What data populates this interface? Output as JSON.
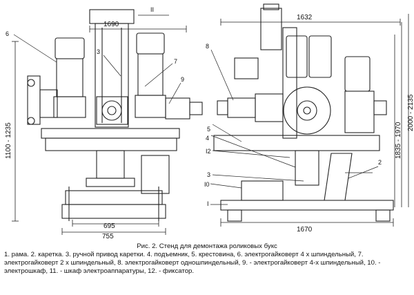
{
  "figure": {
    "dimensions": {
      "left_top_width": "1690",
      "right_top_width": "1632",
      "left_height_range": "1100 - 1235",
      "right_height_mid": "1835 - 1970",
      "right_height_total": "2000 - 2135",
      "left_base_inner": "695",
      "left_base_outer": "755",
      "right_base_width": "1670"
    },
    "callouts_left": [
      "6",
      "3",
      "7",
      "9",
      "II"
    ],
    "callouts_right": [
      "8",
      "4",
      "5",
      "I2",
      "3",
      "I0",
      "I",
      "2"
    ],
    "caption_title": "Рис. 2.  Стенд для демонтажа роликовых букс",
    "caption_body": "1.  рама. 2.  каретка. 3.  ручной привод каретки. 4.  подъемник, 5.  крестовина, 6.  электрогайковерт 4 х шпиндельный, 7.  электрогайковерт 2 х шпиндельный, 8.  электрогайковерт одношпиндельный, 9. - электрогайковерт 4-х шпиндельный, 10. - электрошкаф, 11. - шкаф электроаппаратуры, 12. - фиксатор."
  }
}
